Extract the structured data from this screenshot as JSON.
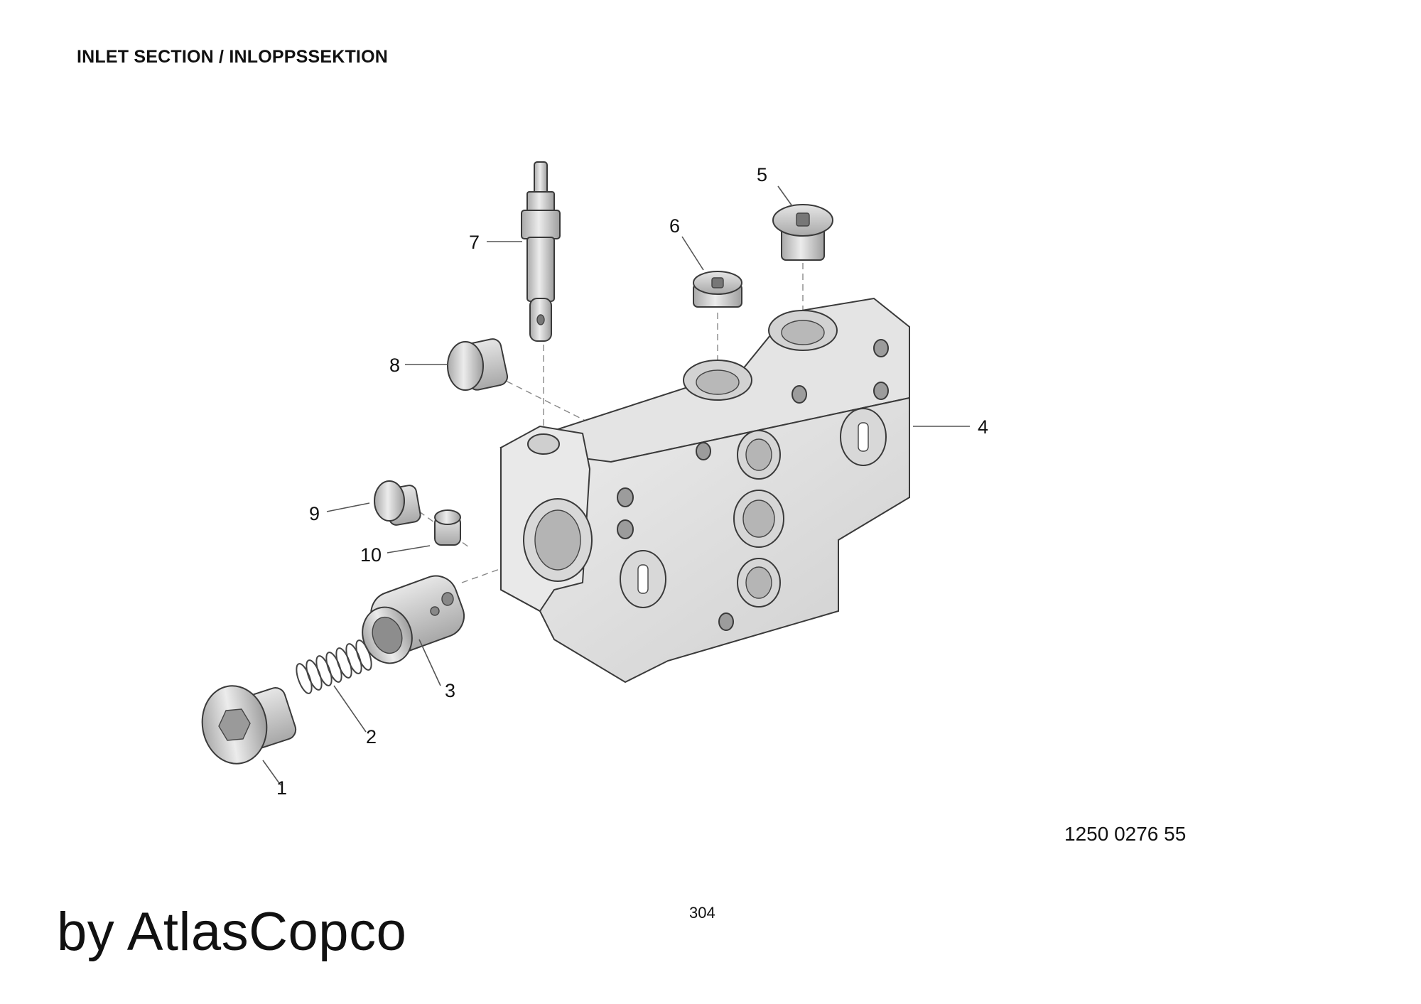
{
  "header": {
    "title": "INLET SECTION / INLOPPSSEKTION"
  },
  "footer": {
    "doc_number": "1250 0276 55",
    "page_number": "304",
    "brand": "by AtlasCopco"
  },
  "callouts": [
    "1",
    "2",
    "3",
    "4",
    "5",
    "6",
    "7",
    "8",
    "9",
    "10"
  ]
}
